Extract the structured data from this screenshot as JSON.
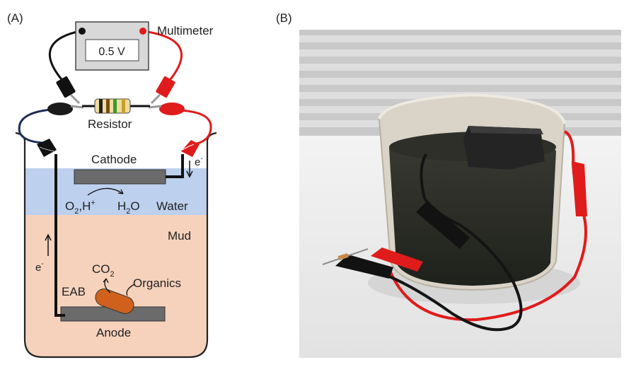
{
  "panel_a": {
    "label": "(A)",
    "multimeter": {
      "title": "Multimeter",
      "reading": "0.5 V"
    },
    "resistor": "Resistor",
    "cathode": "Cathode",
    "anode": "Anode",
    "water": "Water",
    "mud": "Mud",
    "electron": "e",
    "electron_sup": "-",
    "reaction": {
      "reactants": [
        "O",
        "2",
        ",H",
        "+"
      ],
      "product": [
        "H",
        "2",
        "O"
      ]
    },
    "co2": [
      "CO",
      "2"
    ],
    "organics": "Organics",
    "eab": "EAB"
  },
  "panel_b": {
    "label": "(B)"
  },
  "colors": {
    "water": "#bdd0ee",
    "mud": "#f6d2bc",
    "electrode": "#6b6b6b",
    "bacterium": "#d0611c",
    "red_lead": "#e01b1b",
    "blue_lead": "#1c2c58",
    "black_lead": "#111111"
  }
}
